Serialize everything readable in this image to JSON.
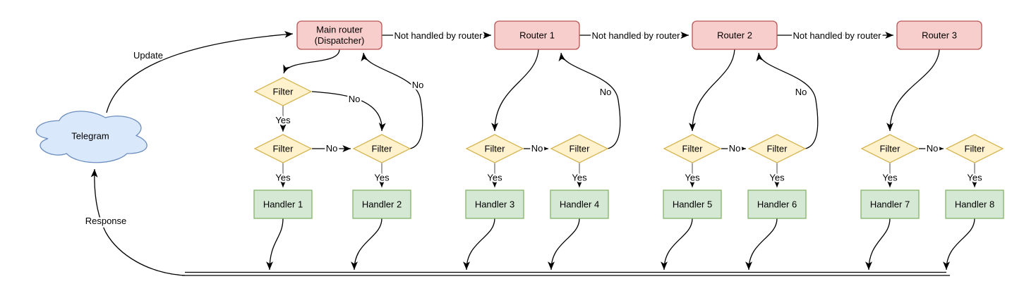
{
  "diagram": {
    "cloud_label": "Telegram",
    "dispatcher_label_line1": "Main router",
    "dispatcher_label_line2": "(Dispatcher)",
    "router_labels": [
      "Router 1",
      "Router 2",
      "Router 3"
    ],
    "filter_label": "Filter",
    "handler_labels": [
      "Handler 1",
      "Handler 2",
      "Handler 3",
      "Handler 4",
      "Handler 5",
      "Handler 6",
      "Handler 7",
      "Handler 8"
    ],
    "edge_labels": {
      "update": "Update",
      "response": "Response",
      "not_handled": "Not handled by router",
      "yes": "Yes",
      "no": "No"
    },
    "colors": {
      "cloud_fill": "#dae8fc",
      "cloud_stroke": "#6c8ebf",
      "router_fill": "#f8cecc",
      "router_stroke": "#b85450",
      "filter_fill": "#fff2cc",
      "filter_stroke": "#d6b656",
      "handler_fill": "#d5e8d4",
      "handler_stroke": "#82b366",
      "edge": "#000000",
      "background": "#ffffff"
    }
  }
}
